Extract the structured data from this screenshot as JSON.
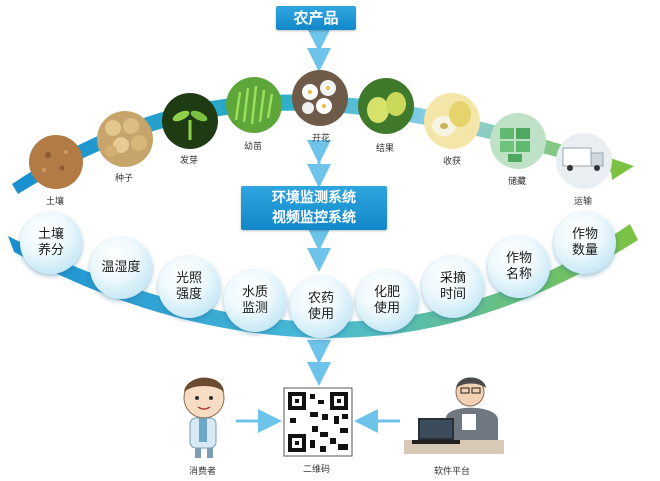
{
  "top_box": "农产品",
  "middle_box": {
    "line1": "环境监测系统",
    "line2": "视频监控系统"
  },
  "stages": [
    {
      "label": "土壤"
    },
    {
      "label": "种子"
    },
    {
      "label": "发芽"
    },
    {
      "label": "幼苗"
    },
    {
      "label": "开花"
    },
    {
      "label": "结果"
    },
    {
      "label": "收获"
    },
    {
      "label": "储藏"
    },
    {
      "label": "运输"
    }
  ],
  "monitors": [
    {
      "line1": "土壤",
      "line2": "养分"
    },
    {
      "line1": "温湿度",
      "line2": ""
    },
    {
      "line1": "光照",
      "line2": "强度"
    },
    {
      "line1": "水质",
      "line2": "监测"
    },
    {
      "line1": "农药",
      "line2": "使用"
    },
    {
      "line1": "化肥",
      "line2": "使用"
    },
    {
      "line1": "采摘",
      "line2": "时间"
    },
    {
      "line1": "作物",
      "line2": "名称"
    },
    {
      "line1": "作物",
      "line2": "数量"
    }
  ],
  "bottom": {
    "consumer": "消费者",
    "qr": "二维码",
    "platform": "软件平台"
  },
  "colors": {
    "box": "#1a90d0",
    "arrow": "#6ec3ea",
    "band_dark": "#1a8fcf",
    "band_green": "#7cc242"
  }
}
